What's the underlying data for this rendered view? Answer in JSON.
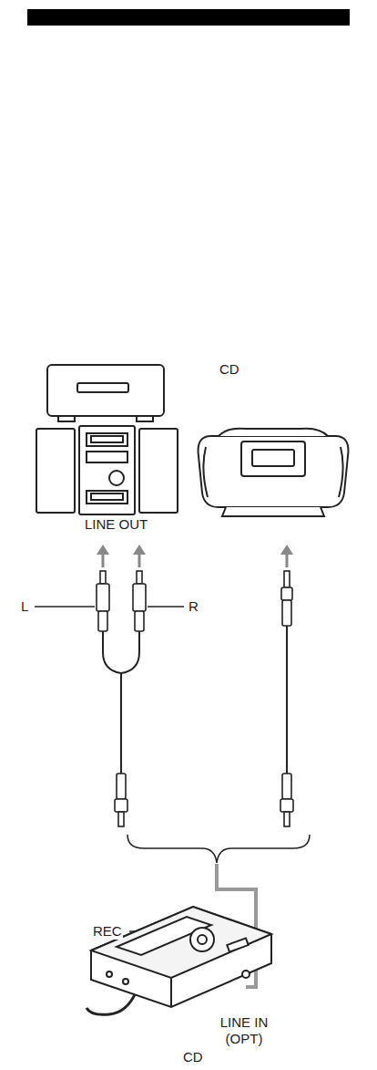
{
  "diagram": {
    "labels": [
      "CD",
      "LINE OUT",
      "L",
      "R",
      "REC",
      "LINE IN (OPT)",
      "CD"
    ]
  }
}
